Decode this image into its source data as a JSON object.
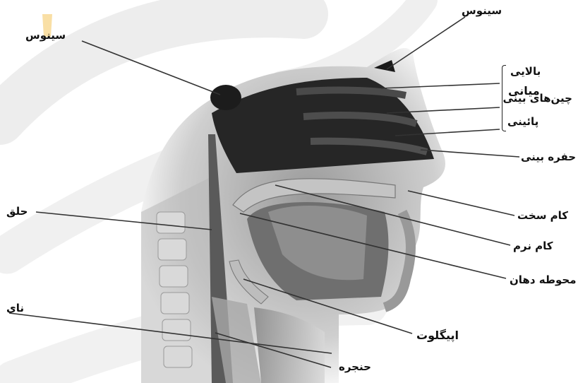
{
  "labels": {
    "sinus_top": "سینوس",
    "sinus_left": "سینوس",
    "upper": "بالایی",
    "middle": "میانی",
    "lower": "پائینی",
    "turbinates": "چین‌های بینی",
    "nasal_cavity": "حفره بینی",
    "pharynx": "حلق",
    "hard_palate": "کام سخت",
    "soft_palate": "کام نرم",
    "oral_cavity": "محوطه دهان",
    "epiglottis": "اپیگلوت",
    "trachea": "نای",
    "larynx": "حنجره"
  },
  "colors": {
    "watermark": "#e9e9e9",
    "watermark_accent": "#f7d28a",
    "tissue_dark": "#2a2a2a",
    "bone": "#c9c9c9",
    "skin": "#bdbdbd"
  }
}
